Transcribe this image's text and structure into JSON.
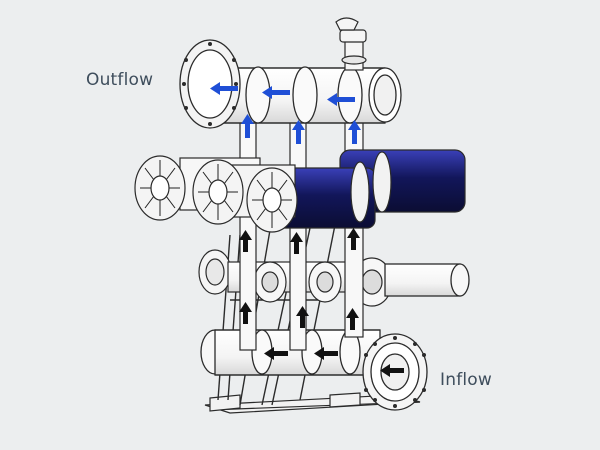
{
  "labels": {
    "outflow": "Outflow",
    "inflow": "Inflow"
  },
  "colors": {
    "background": "#eceeef",
    "line": "#2b2b2b",
    "flow_arrow_blue": "#1f4fd6",
    "flow_arrow_black": "#111111",
    "filter_screen": "#1b1f73",
    "label_text": "#3e4d5c"
  },
  "icons": [
    "flange",
    "filter-disc-cap",
    "filter-screen",
    "flow-arrow",
    "air-release-valve",
    "pressure-gauge"
  ]
}
